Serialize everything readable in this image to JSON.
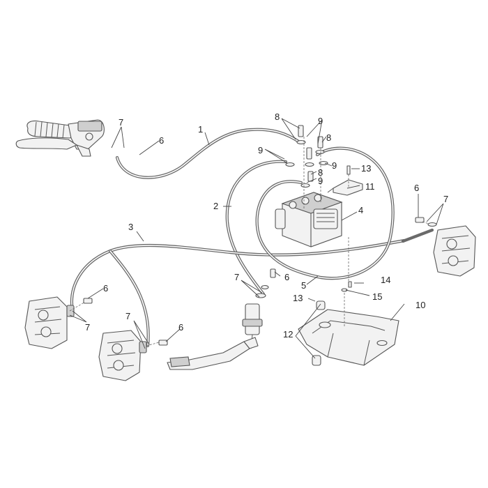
{
  "callouts": {
    "n1": "1",
    "n2": "2",
    "n3": "3",
    "n4": "4",
    "n5": "5",
    "n6a": "6",
    "n6b": "6",
    "n6c": "6",
    "n6d": "6",
    "n6e": "6",
    "n7a": "7",
    "n7b": "7",
    "n7c": "7",
    "n7d": "7",
    "n7e": "7",
    "n8a": "8",
    "n8b": "8",
    "n8c": "8",
    "n9a": "9",
    "n9b": "9",
    "n9c": "9",
    "n9d": "9",
    "n10": "10",
    "n11": "11",
    "n12": "12",
    "n13a": "13",
    "n13b": "13",
    "n14": "14",
    "n15": "15"
  }
}
